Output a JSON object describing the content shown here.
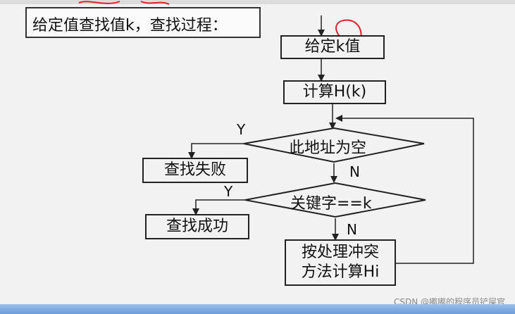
{
  "title": "给定值查找值k，查找过程：",
  "nodes": {
    "start": "给定k值",
    "compute": "计算H(k)",
    "empty_check": "此地址为空",
    "fail": "查找失败",
    "key_check": "关键字==k",
    "success": "查找成功",
    "conflict_line1": "按处理冲突",
    "conflict_line2": "方法计算Hi"
  },
  "labels": {
    "yes1": "Y",
    "no1": "N",
    "yes2": "Y",
    "no2": "N"
  },
  "watermark": "CSDN @嘟嘟的程序员铲屎官",
  "colors": {
    "annotation": "#e0202a",
    "bottom_bar": "#6a9bd8"
  }
}
